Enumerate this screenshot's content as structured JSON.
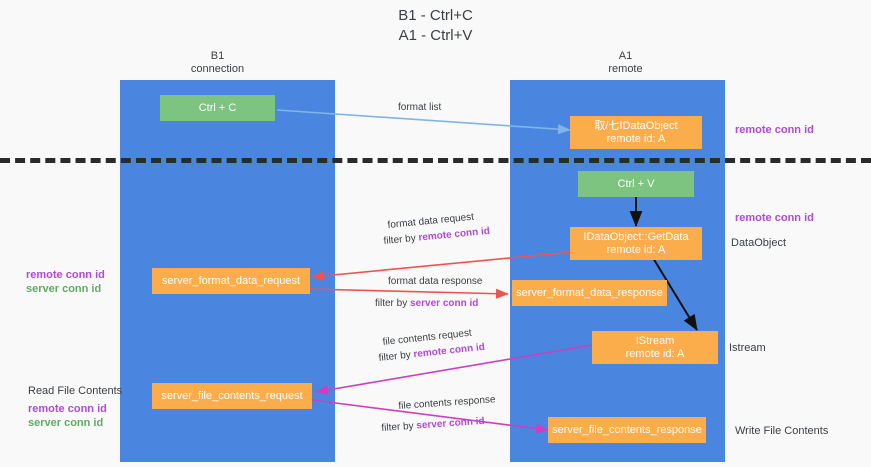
{
  "title": {
    "line1": "B1 - Ctrl+C",
    "line2": "A1 - Ctrl+V"
  },
  "lanes": [
    {
      "id": "b1",
      "title": "B1",
      "subtitle": "connection"
    },
    {
      "id": "a1",
      "title": "A1",
      "subtitle": "remote"
    }
  ],
  "boxes": {
    "ctrl_c": "Ctrl + C",
    "ctrl_v": "Ctrl + V",
    "idataobject_remote": {
      "line1": "取/七IDataObject",
      "line2": "remote id: A"
    },
    "idataobject_getdata": {
      "line1": "IDataObject::GetData",
      "line2": "remote id: A"
    },
    "istream": {
      "line1": "IStream",
      "line2": "remote id: A"
    },
    "server_format_data_request": "server_format_data_request",
    "server_format_data_response": "server_format_data_response",
    "server_file_contents_request": "server_file_contents_request",
    "server_file_contents_response": "server_file_contents_response"
  },
  "wire_labels": {
    "format_list": "format list",
    "format_data_request": "format data request",
    "format_data_request_filter_prefix": "filter by ",
    "format_data_request_filter_key": "remote conn id",
    "format_data_response": "format data response",
    "format_data_response_filter_prefix": "filter by ",
    "format_data_response_filter_key": "server conn id",
    "file_contents_request": "file contents request",
    "file_contents_request_filter_prefix": "filter by ",
    "file_contents_request_filter_key": "remote conn id",
    "file_contents_response": "file contents response",
    "file_contents_response_filter_prefix": "filter by ",
    "file_contents_response_filter_key": "server conn id"
  },
  "side_labels": {
    "right_remote_conn_id_top": "remote conn id",
    "right_remote_conn_id_mid": "remote conn id",
    "right_dataobject": "DataObject",
    "right_istream": "Istream",
    "right_write_file_contents": "Write File Contents",
    "left_remote_conn_id": "remote conn id",
    "left_server_conn_id": "server conn id",
    "left_read_file_contents": "Read File Contents",
    "left_remote_conn_id_2": "remote conn id",
    "left_server_conn_id_2": "server conn id"
  },
  "colors": {
    "lane": "#4a86e0",
    "box_orange": "#fbad4b",
    "box_green": "#7cc47f",
    "magenta": "#b04bd4",
    "green_text": "#5fab63",
    "arrow_blue": "#7eb6e8",
    "arrow_red": "#ef5350",
    "arrow_magenta": "#cc3fc0",
    "arrow_black": "#111111",
    "background": "#f9f9f9"
  }
}
